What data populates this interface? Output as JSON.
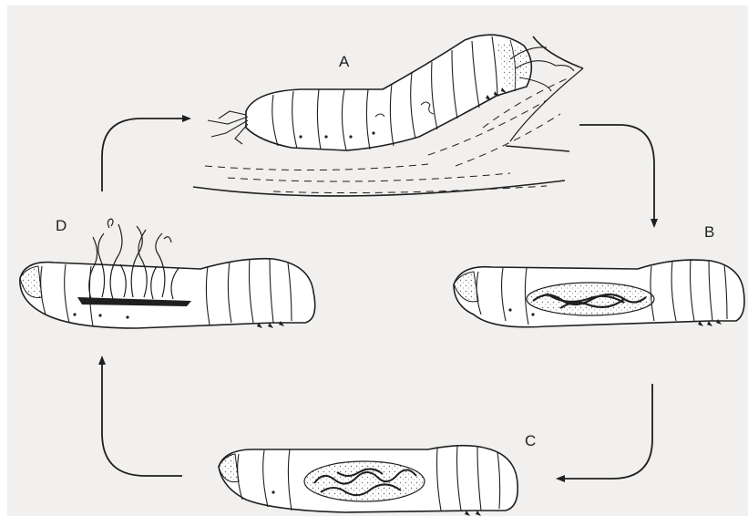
{
  "stages": {
    "a": {
      "label": "A"
    },
    "b": {
      "label": "B"
    },
    "c": {
      "label": "C"
    },
    "d": {
      "label": "D"
    }
  },
  "colors": {
    "background": "#f2f0ee",
    "ink": "#1f1f1f",
    "larva_fill": "#ffffff",
    "stipple": "#6a6a6a"
  }
}
